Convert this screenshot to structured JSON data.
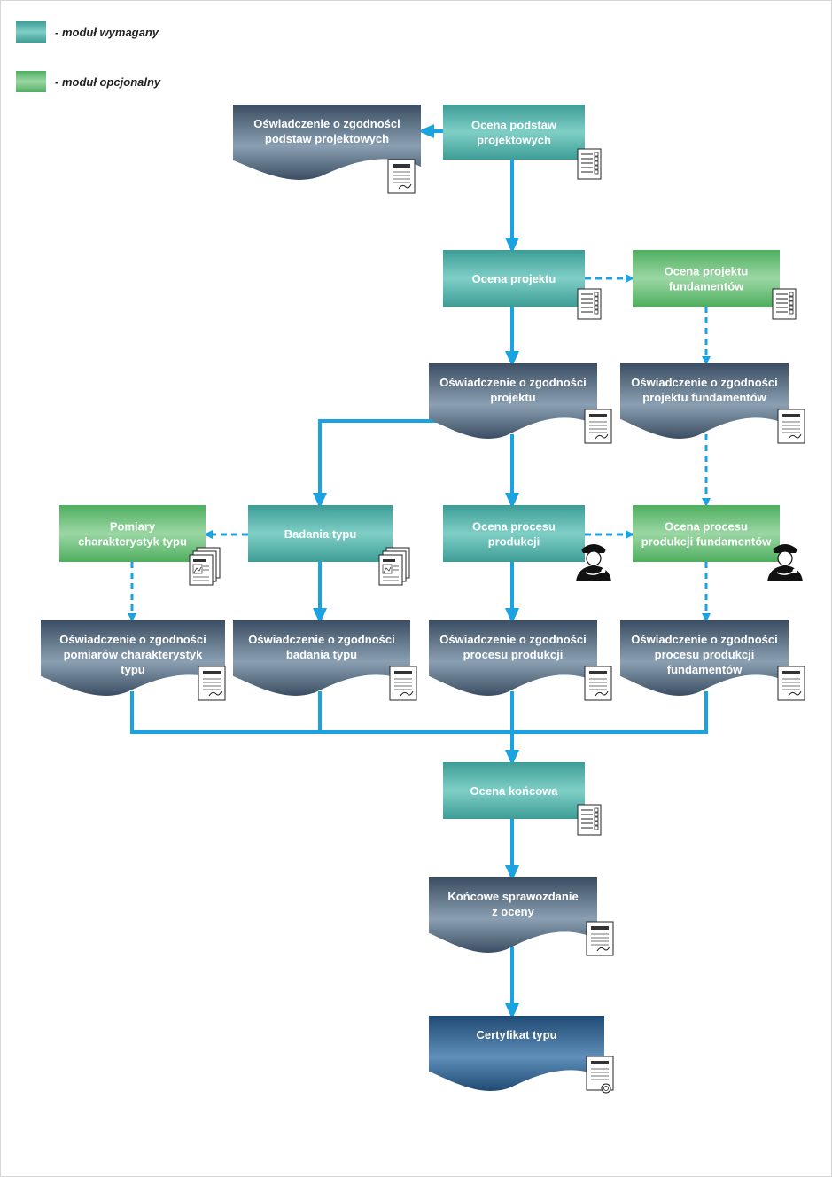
{
  "legend": {
    "required": "- moduł wymagany",
    "optional": "- moduł opcjonalny"
  },
  "nodes": {
    "ocena_podstaw": [
      "Ocena podstaw",
      "projektowych"
    ],
    "osw_podstaw": [
      "Oświadczenie o zgodności",
      "podstaw projektowych"
    ],
    "ocena_projektu": [
      "Ocena projektu"
    ],
    "ocena_proj_fund": [
      "Ocena projektu",
      "fundamentów"
    ],
    "osw_projektu": [
      "Oświadczenie o zgodności",
      "projektu"
    ],
    "osw_proj_fund": [
      "Oświadczenie o zgodności",
      "projektu fundamentów"
    ],
    "pomiary": [
      "Pomiary",
      "charakterystyk typu"
    ],
    "badania": [
      "Badania typu"
    ],
    "ocena_procesu": [
      "Ocena procesu",
      "produkcji"
    ],
    "ocena_procesu_fund": [
      "Ocena procesu",
      "produkcji fundamentów"
    ],
    "osw_pomiarow": [
      "Oświadczenie o zgodności",
      "pomiarów charakterystyk",
      "typu"
    ],
    "osw_badania": [
      "Oświadczenie o zgodności",
      "badania typu"
    ],
    "osw_procesu": [
      "Oświadczenie o zgodności",
      "procesu produkcji"
    ],
    "osw_procesu_fund": [
      "Oświadczenie o zgodności",
      "procesu produkcji",
      "fundamentów"
    ],
    "ocena_koncowa": [
      "Ocena końcowa"
    ],
    "sprawozdanie": [
      "Końcowe sprawozdanie",
      "z oceny"
    ],
    "certyfikat": [
      "Certyfikat typu"
    ]
  },
  "colors": {
    "required_module": "#4aa6a0",
    "optional_module": "#6fbe7d",
    "document": "#5c7285",
    "certificate": "#2f5d85",
    "arrow": "#1aa3e0"
  }
}
